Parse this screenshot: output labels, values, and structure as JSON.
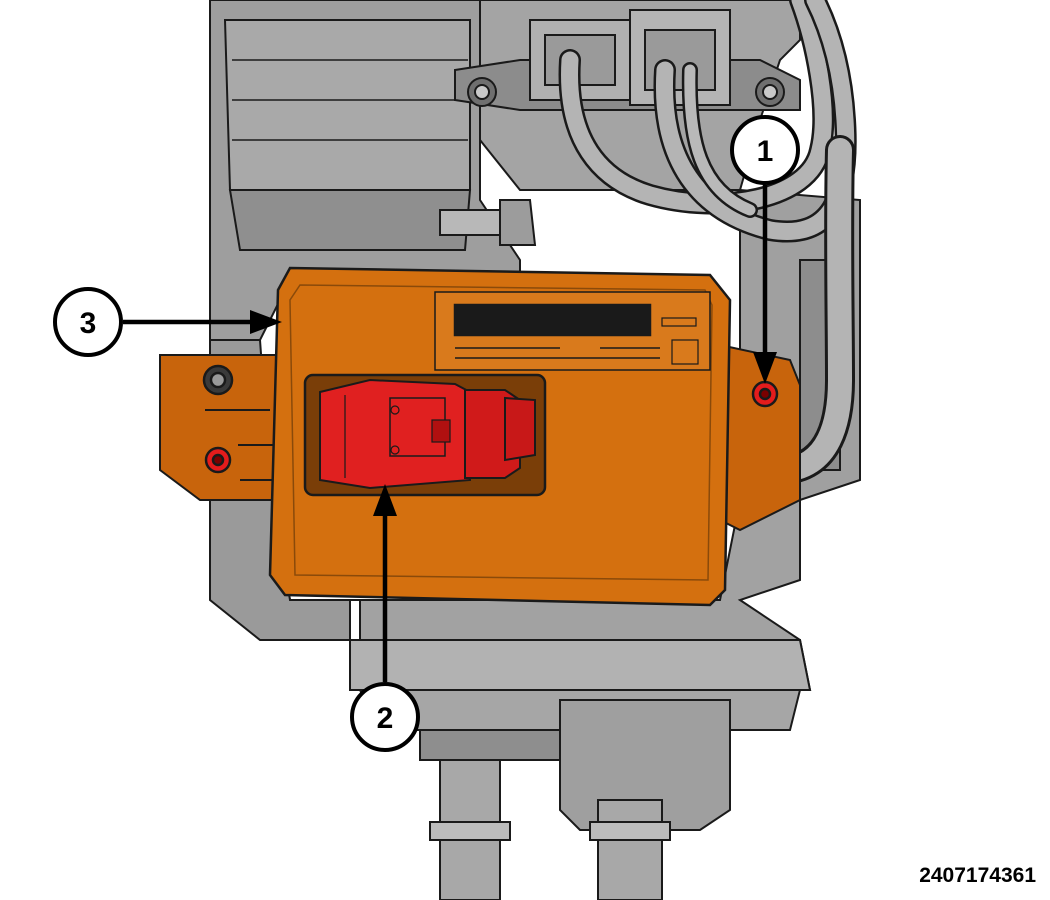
{
  "callouts": [
    {
      "number": "1",
      "target": "mounting-fastener"
    },
    {
      "number": "2",
      "target": "electrical-connector"
    },
    {
      "number": "3",
      "target": "control-module"
    }
  ],
  "figure_id": "2407174361",
  "colors": {
    "module": "#d4700f",
    "module_dark": "#8a4a0a",
    "connector": "#e02020",
    "fastener": "#e41c1c",
    "housing": "#9a9a9a",
    "line": "#1a1a1a",
    "background": "#ffffff"
  }
}
